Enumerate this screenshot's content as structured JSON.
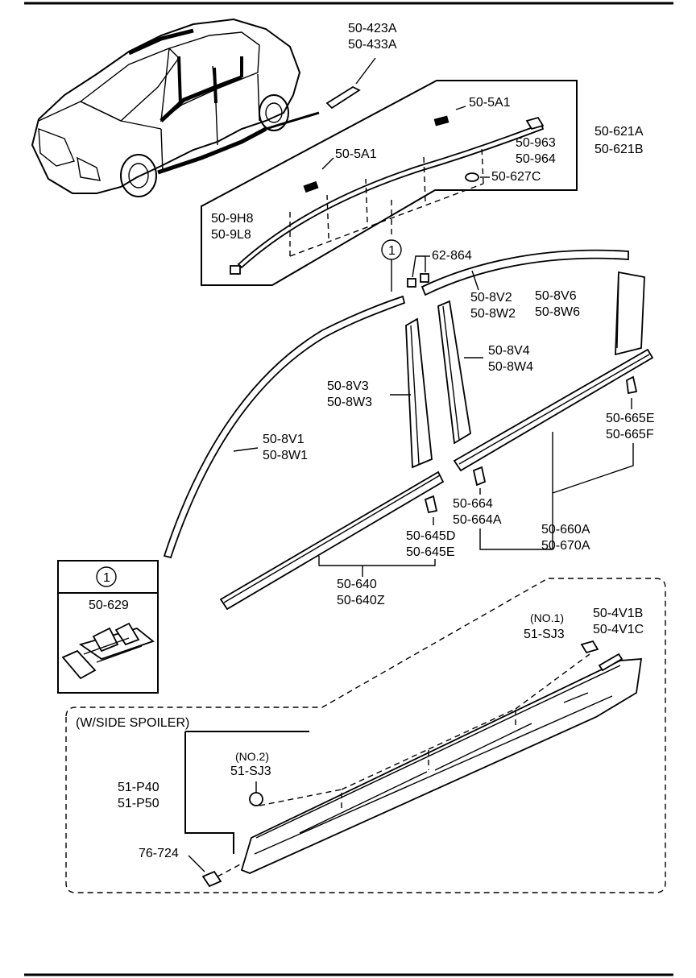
{
  "labels": {
    "p50_423A": "50-423A",
    "p50_433A": "50-433A",
    "p50_5A1_top": "50-5A1",
    "p50_963": "50-963",
    "p50_964": "50-964",
    "p50_621A": "50-621A",
    "p50_621B": "50-621B",
    "p50_5A1_mid": "50-5A1",
    "p50_627C": "50-627C",
    "p50_9H8": "50-9H8",
    "p50_9L8": "50-9L8",
    "p62_864": "62-864",
    "p50_8V2": "50-8V2",
    "p50_8W2": "50-8W2",
    "p50_8V6": "50-8V6",
    "p50_8W6": "50-8W6",
    "p50_8V4": "50-8V4",
    "p50_8W4": "50-8W4",
    "p50_8V3": "50-8V3",
    "p50_8W3": "50-8W3",
    "p50_665E": "50-665E",
    "p50_665F": "50-665F",
    "p50_8V1": "50-8V1",
    "p50_8W1": "50-8W1",
    "p50_664": "50-664",
    "p50_664A": "50-664A",
    "p50_660A": "50-660A",
    "p50_670A": "50-670A",
    "p50_645D": "50-645D",
    "p50_645E": "50-645E",
    "p50_640": "50-640",
    "p50_640Z": "50-640Z",
    "p50_629": "50-629",
    "no1": "(NO.1)",
    "p51_SJ3_a": "51-SJ3",
    "p50_4V1B": "50-4V1B",
    "p50_4V1C": "50-4V1C",
    "side_spoiler": "(W/SIDE SPOILER)",
    "no2": "(NO.2)",
    "p51_SJ3_b": "51-SJ3",
    "p51_P40": "51-P40",
    "p51_P50": "51-P50",
    "p76_724": "76-724",
    "callout_1": "1",
    "callout_1_box": "1"
  }
}
